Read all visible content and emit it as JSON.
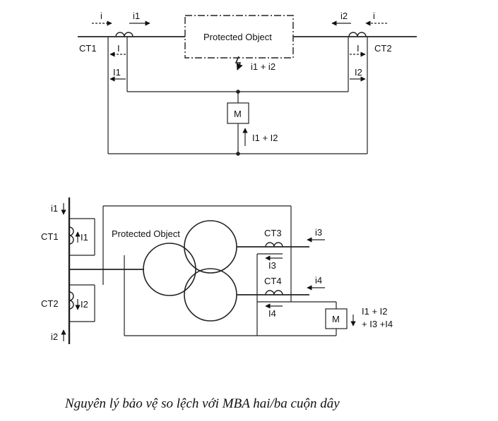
{
  "diagram1": {
    "protected_object": "Protected Object",
    "ct1": "CT1",
    "ct2": "CT2",
    "i_left": "i",
    "i1": "i1",
    "i2": "i2",
    "i_right": "i",
    "I_left": "I",
    "I_right": "I",
    "I1": "I1",
    "I2": "I2",
    "fault_sum": "i1 + i2",
    "relay": "M",
    "relay_sum": "I1 + I2"
  },
  "diagram2": {
    "protected_object": "Protected Object",
    "i1": "i1",
    "i2": "i2",
    "ct1": "CT1",
    "ct2": "CT2",
    "I1": "I1",
    "I2": "I2",
    "ct3": "CT3",
    "ct4": "CT4",
    "i3": "i3",
    "i4": "i4",
    "I3": "I3",
    "I4": "I4",
    "relay": "M",
    "relay_sum_line1": "I1 + I2",
    "relay_sum_line2": "+ I3 +I4"
  },
  "caption": "Nguyên lý bảo vệ so lệch với MBA hai/ba cuộn dây"
}
